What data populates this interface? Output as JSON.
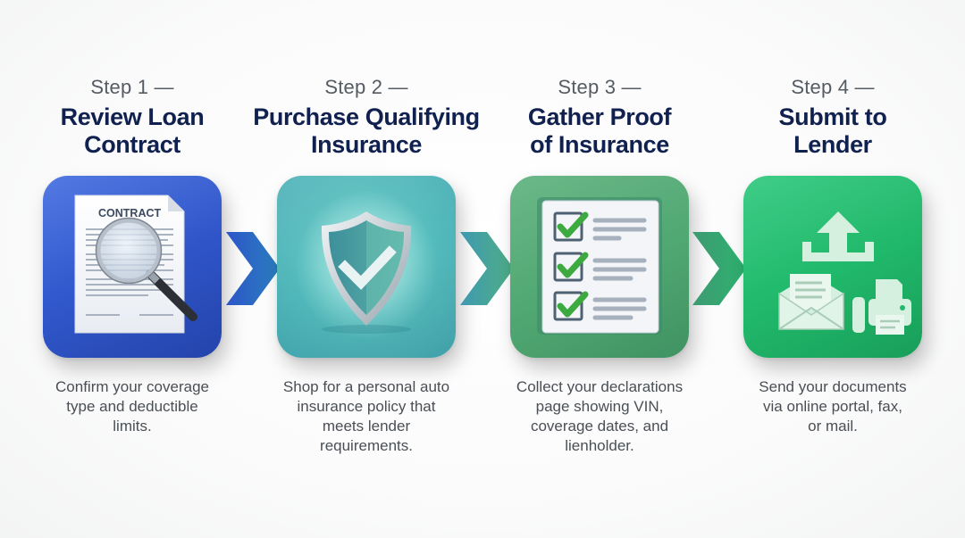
{
  "colors": {
    "title": "#10214f",
    "step_label": "#555b63",
    "description": "#4a4f55",
    "tile_1": "#2f55c9",
    "tile_2": "#4db5b8",
    "tile_3": "#4fa771",
    "tile_4": "#20b86a"
  },
  "steps": [
    {
      "label": "Step 1 —",
      "title_line1": "Review Loan",
      "title_line2": "Contract",
      "icon": "contract-magnifier-icon",
      "icon_text": "CONTRACT",
      "desc_line1": "Confirm your coverage",
      "desc_line2": "type and deductible",
      "desc_line3": "limits.",
      "desc_line4": ""
    },
    {
      "label": "Step 2 —",
      "title_line1": "Purchase Qualifying",
      "title_line2": "Insurance",
      "icon": "shield-check-icon",
      "desc_line1": "Shop for a personal auto",
      "desc_line2": "insurance policy that",
      "desc_line3": "meets lender",
      "desc_line4": "requirements."
    },
    {
      "label": "Step 3 —",
      "title_line1": "Gather Proof",
      "title_line2": "of Insurance",
      "icon": "checklist-icon",
      "desc_line1": "Collect your declarations",
      "desc_line2": "page showing VIN,",
      "desc_line3": "coverage dates, and",
      "desc_line4": "lienholder."
    },
    {
      "label": "Step 4 —",
      "title_line1": "Submit to",
      "title_line2": "Lender",
      "icon": "upload-mail-fax-icon",
      "desc_line1": "Send your documents",
      "desc_line2": "via online portal, fax,",
      "desc_line3": "or mail.",
      "desc_line4": ""
    }
  ],
  "connectors": [
    "chevron-right-icon",
    "chevron-right-icon",
    "chevron-right-icon"
  ]
}
